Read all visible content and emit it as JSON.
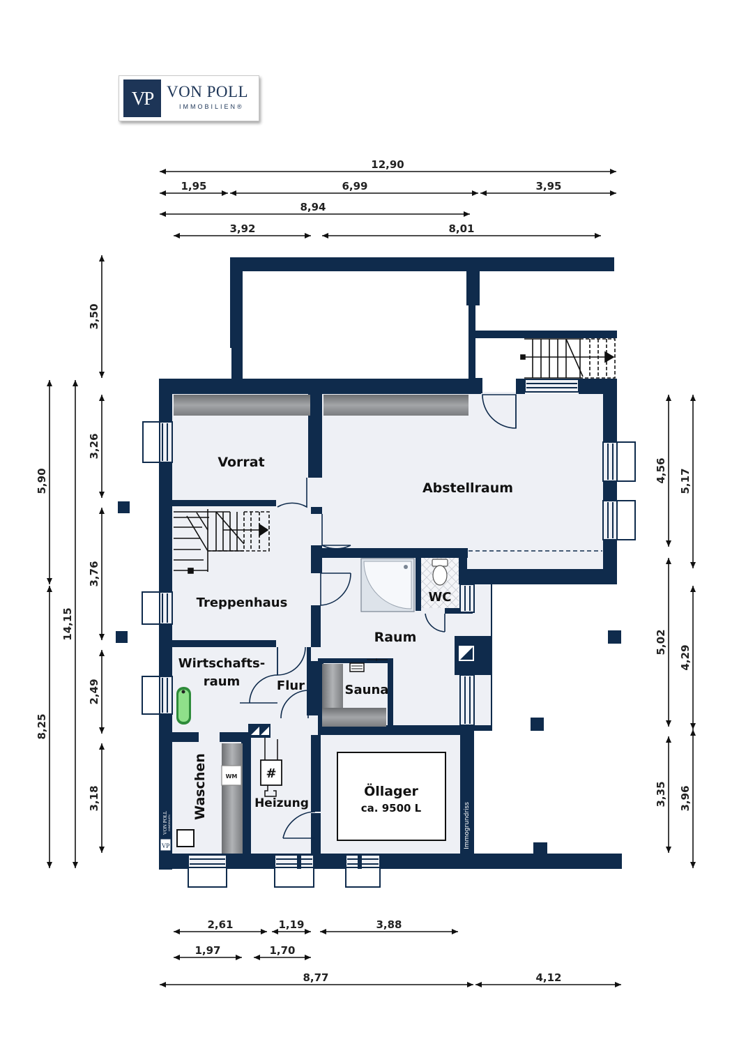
{
  "brand": {
    "mark": "VP",
    "name": "VON POLL",
    "sub": "IMMOBILIEN®"
  },
  "dimensions": {
    "top": [
      "12,90",
      "1,95",
      "6,99",
      "3,95",
      "8,94",
      "3,92",
      "8,01"
    ],
    "left_inner": [
      "3,50",
      "3,26",
      "3,76",
      "2,49",
      "3,18"
    ],
    "left_outer": [
      "5,90",
      "8,25",
      "14,15"
    ],
    "right": [
      "4,56",
      "5,17",
      "5,02",
      "4,29",
      "3,35",
      "3,96"
    ],
    "bottom": [
      "2,61",
      "1,19",
      "3,88",
      "1,97",
      "1,70",
      "8,77",
      "4,12"
    ]
  },
  "rooms": {
    "vorrat": "Vorrat",
    "abstellraum": "Abstellraum",
    "treppenhaus": "Treppenhaus",
    "wc": "WC",
    "raum": "Raum",
    "wirtschaftsraum_1": "Wirtschafts-",
    "wirtschaftsraum_2": "raum",
    "flur": "Flur",
    "sauna": "Sauna",
    "waschen": "Waschen",
    "heizung": "Heizung",
    "oellager": "Öllager",
    "oellager_capacity": "ca. 9500 L"
  },
  "appliances": {
    "washing_machine": "WM",
    "boiler": "#"
  },
  "credit": {
    "immogrundriss": "Immogrundriss",
    "small_mark": "VP",
    "small_brand": "VON POLL",
    "small_sub": "IMMOBILIEN"
  },
  "colors": {
    "wall": "#0f2b4c",
    "floor": "#eef0f5",
    "worktop": "#8a8c8e"
  }
}
